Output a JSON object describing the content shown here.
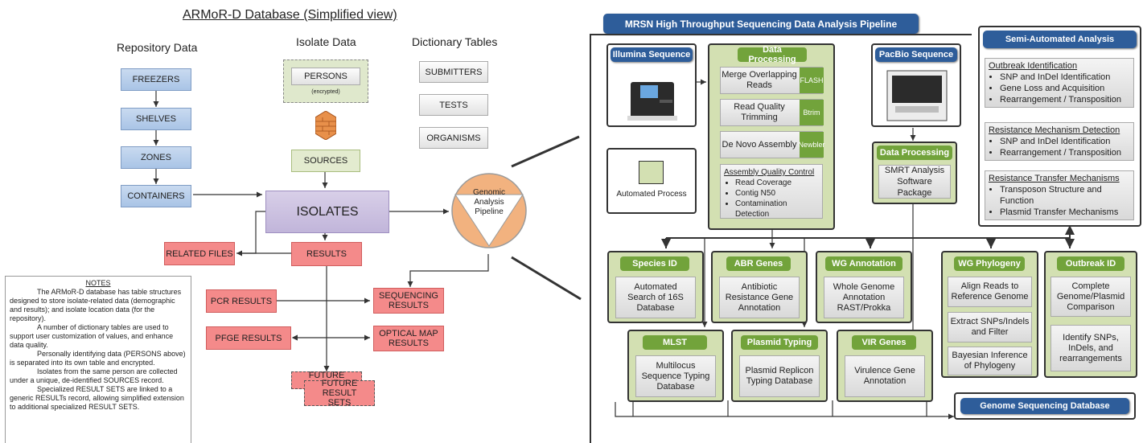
{
  "left": {
    "title": "ARMoR-D Database (Simplified view)",
    "col_repo": "Repository Data",
    "col_isolate": "Isolate Data",
    "col_dict": "Dictionary Tables",
    "repo": [
      "FREEZERS",
      "SHELVES",
      "ZONES",
      "CONTAINERS"
    ],
    "persons": "PERSONS",
    "encrypted": "(encrypted)",
    "sources": "SOURCES",
    "isolates": "ISOLATES",
    "dict": [
      "SUBMITTERS",
      "TESTS",
      "ORGANISMS"
    ],
    "pipeline": [
      "Genomic",
      "Analysis",
      "Pipeline"
    ],
    "related_files": "RELATED FILES",
    "results": "RESULTS",
    "pcr": "PCR RESULTS",
    "sequencing": [
      "SEQUENCING",
      "RESULTS"
    ],
    "pfge": "PFGE RESULTS",
    "optical": [
      "OPTICAL MAP",
      "RESULTS"
    ],
    "future1": "FUTURE RESULT",
    "future2": [
      "FUTURE RESULT",
      "SETS"
    ],
    "notes_title": "NOTES",
    "notes": [
      "The ARMoR-D database has table structures designed to store isolate-related data (demographic and results); and isolate location data (for the repository).",
      "A number of dictionary tables are used to support user customization of values, and enhance data quality.",
      "Personally identifying data (PERSONS above) is separated into its own table and encrypted.",
      "Isolates from the same person are collected under a unique, de-identified  SOURCES record.",
      "Specialized RESULT SETS are linked to a generic RESULTs record, allowing simplified extension to additional specialized RESULT SETS."
    ]
  },
  "right": {
    "title": "MRSN High Throughput Sequencing Data Analysis Pipeline",
    "illumina": "Illumina Sequence",
    "data_processing": "Data Processing",
    "steps": [
      {
        "label": [
          "Merge Overlapping",
          "Reads"
        ],
        "tool": "FLASH"
      },
      {
        "label": [
          "Read Quality",
          "Trimming"
        ],
        "tool": "Btrim"
      },
      {
        "label": [
          "De Novo Assembly"
        ],
        "tool": "Newbler"
      }
    ],
    "aqc_title": "Assembly Quality Control",
    "aqc_items": [
      "Read Coverage",
      "Contig N50",
      "Contamination Detection"
    ],
    "pacbio": "PacBio Sequence",
    "dp2": "Data Processing",
    "smrt": [
      "SMRT Analysis",
      "Software Package"
    ],
    "legend": "Automated Process",
    "semi_title": "Semi-Automated Analysis",
    "semi_groups": [
      {
        "title": "Outbreak Identification",
        "items": [
          "SNP and InDel Identification",
          "Gene Loss and Acquisition",
          "Rearrangement / Transposition"
        ]
      },
      {
        "title": "Resistance Mechanism Detection",
        "items": [
          "SNP and InDel Identification",
          "Rearrangement / Transposition"
        ]
      },
      {
        "title": "Resistance Transfer Mechanisms",
        "items": [
          "Transposon Structure and Function",
          "Plasmid Transfer Mechanisms"
        ]
      }
    ],
    "modules": [
      {
        "title": "Species ID",
        "body": [
          "Automated",
          "Search of 16S",
          "Database"
        ]
      },
      {
        "title": "ABR Genes",
        "body": [
          "Antibiotic",
          "Resistance Gene",
          "Annotation"
        ]
      },
      {
        "title": "WG Annotation",
        "body": [
          "Whole Genome",
          "Annotation",
          "RAST/Prokka"
        ]
      },
      {
        "title": "MLST",
        "body": [
          "Multilocus",
          "Sequence Typing",
          "Database"
        ]
      },
      {
        "title": "Plasmid Typing",
        "body": [
          "Plasmid Replicon",
          "Typing Database"
        ]
      },
      {
        "title": "VIR Genes",
        "body": [
          "Virulence Gene",
          "Annotation"
        ]
      }
    ],
    "phylo_title": "WG Phylogeny",
    "phylo": [
      [
        "Align Reads to",
        "Reference Genome"
      ],
      [
        "Extract SNPs/Indels",
        "and Filter"
      ],
      [
        "Bayesian Inference",
        "of Phylogeny"
      ]
    ],
    "outbreak_title": "Outbreak ID",
    "outbreak": [
      [
        "Complete",
        "Genome/Plasmid",
        "Comparison"
      ],
      [
        "Identify SNPs,",
        "InDels, and",
        "rearrangements"
      ]
    ],
    "genome_db": "Genome Sequencing Database"
  },
  "colors": {
    "navy": "#2e5d9a",
    "panel_green": "#d3e0b2",
    "tag_green": "#72a33b",
    "result_red": "#f48a8a",
    "repo_blue": "#a9c4e6",
    "isolates_purple": "#c1b5da",
    "pipeline_orange": "#f2b27f"
  }
}
